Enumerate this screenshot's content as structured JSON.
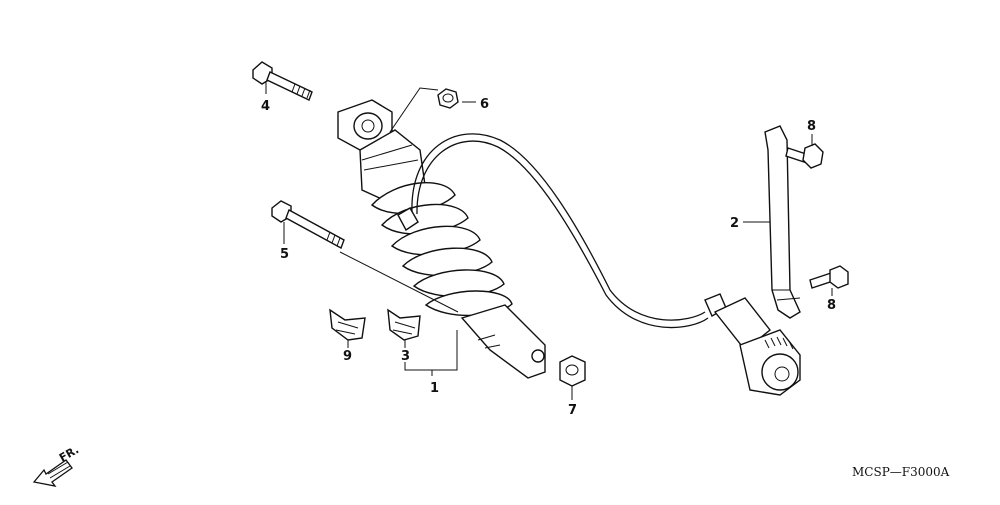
{
  "diagram": {
    "callouts": [
      {
        "id": "c1",
        "label": "1"
      },
      {
        "id": "c2",
        "label": "2"
      },
      {
        "id": "c3",
        "label": "3"
      },
      {
        "id": "c4",
        "label": "4"
      },
      {
        "id": "c5",
        "label": "5"
      },
      {
        "id": "c6",
        "label": "6"
      },
      {
        "id": "c7",
        "label": "7"
      },
      {
        "id": "c8a",
        "label": "8"
      },
      {
        "id": "c8b",
        "label": "8"
      },
      {
        "id": "c9",
        "label": "9"
      }
    ],
    "front_indicator": "FR.",
    "figure_code": "MCSP—F3000A"
  },
  "colors": {
    "line": "#111111",
    "background": "#ffffff"
  }
}
